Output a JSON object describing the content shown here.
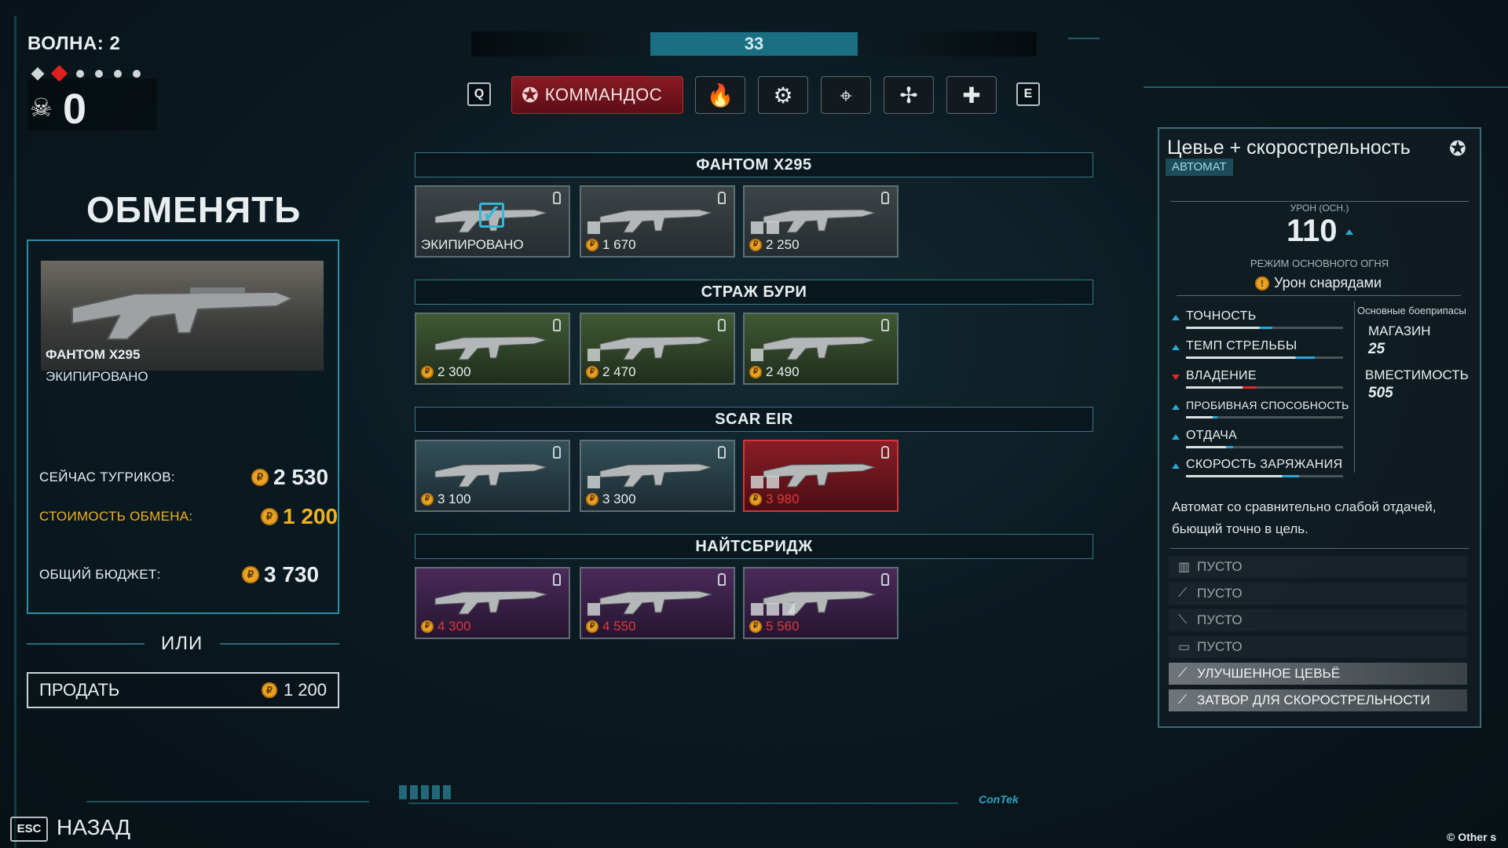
{
  "hud": {
    "wave_label": "ВОЛНА: 2",
    "kills": "0",
    "timer": "33"
  },
  "class_bar": {
    "key_left": "Q",
    "key_right": "E",
    "selected_class": "КОММАНДОС",
    "class_icons": [
      "flame-icon",
      "gear-icon",
      "crosshair-icon",
      "spiral-icon",
      "medic-cross-icon"
    ]
  },
  "exchange": {
    "title": "ОБМЕНЯТЬ",
    "weapon_name": "ФАНТОМ X295",
    "weapon_status": "ЭКИПИРОВАНО",
    "current_label": "СЕЙЧАС ТУГРИКОВ:",
    "current_value": "2 530",
    "cost_label": "СТОИМОСТЬ ОБМЕНА:",
    "cost_value": "1 200",
    "budget_label": "ОБЩИЙ БЮДЖЕТ:",
    "budget_value": "3 730",
    "or_label": "ИЛИ",
    "sell_label": "ПРОДАТЬ",
    "sell_value": "1 200"
  },
  "weapons": [
    {
      "name": "ФАНТОМ X295",
      "variants": [
        {
          "label": "ЭКИПИРОВАНО",
          "mods": 0,
          "equipped": true
        },
        {
          "label": "1 670",
          "mods": 1
        },
        {
          "label": "2 250",
          "mods": 2
        }
      ]
    },
    {
      "name": "СТРАЖ БУРИ",
      "variants": [
        {
          "label": "2 300",
          "mods": 0
        },
        {
          "label": "2 470",
          "mods": 1
        },
        {
          "label": "2 490",
          "mods": 1
        }
      ]
    },
    {
      "name": "SCAR EIR",
      "variants": [
        {
          "label": "3 100",
          "mods": 0
        },
        {
          "label": "3 300",
          "mods": 1
        },
        {
          "label": "3 980",
          "mods": 2,
          "unaffordable": true
        }
      ]
    },
    {
      "name": "НАЙТСБРИДЖ",
      "variants": [
        {
          "label": "4 300",
          "mods": 0,
          "unaffordable": true
        },
        {
          "label": "4 550",
          "mods": 1,
          "unaffordable": true
        },
        {
          "label": "5 560",
          "mods": 3,
          "unaffordable": true
        }
      ]
    }
  ],
  "details": {
    "title": "Цевье + скорострельность",
    "type": "АВТОМАТ",
    "damage_label": "УРОН (ОСН.)",
    "damage_value": "110",
    "fire_mode_label": "РЕЖИМ ОСНОВНОГО ОГНЯ",
    "fire_mode_value": "Урон снарядами",
    "ammo_header": "Основные боеприпасы",
    "magazine_label": "МАГАЗИН",
    "magazine_value": "25",
    "capacity_label": "ВМЕСТИМОСТЬ",
    "capacity_value": "505",
    "stats": [
      {
        "label": "ТОЧНОСТЬ",
        "value": 0.55,
        "trend": "up"
      },
      {
        "label": "ТЕМП СТРЕЛЬБЫ",
        "value": 0.82,
        "trend": "up"
      },
      {
        "label": "ВЛАДЕНИЕ",
        "value": 0.45,
        "trend": "down"
      },
      {
        "label": "ПРОБИВНАЯ СПОСОБНОСТЬ",
        "value": 0.2,
        "trend": "up"
      },
      {
        "label": "ОТДАЧА",
        "value": 0.3,
        "trend": "up"
      },
      {
        "label": "СКОРОСТЬ ЗАРЯЖАНИЯ",
        "value": 0.72,
        "trend": "up"
      }
    ],
    "description": "Автомат со сравнительно слабой отдачей, бьющий точно в цель.",
    "slots": [
      {
        "label": "ПУСТО",
        "active": false
      },
      {
        "label": "ПУСТО",
        "active": false
      },
      {
        "label": "ПУСТО",
        "active": false
      },
      {
        "label": "ПУСТО",
        "active": false
      },
      {
        "label": "УЛУЧШЕННОЕ ЦЕВЬЁ",
        "active": true
      },
      {
        "label": "ЗАТВОР ДЛЯ СКОРОСТРЕЛЬНОСТИ",
        "active": true
      }
    ]
  },
  "footer": {
    "esc_key": "ESC",
    "back_label": "НАЗАД",
    "brand": "ConTek",
    "copyright": "© Other s"
  },
  "colors": {
    "accent": "#2c8ea6",
    "selected_class": "#8a1a22",
    "coin": "#e8a325",
    "cost_gold": "#f0b11f",
    "unaffordable": "#e03a3a",
    "stat_up": "#29a8d6",
    "stat_down": "#e02a2a"
  }
}
